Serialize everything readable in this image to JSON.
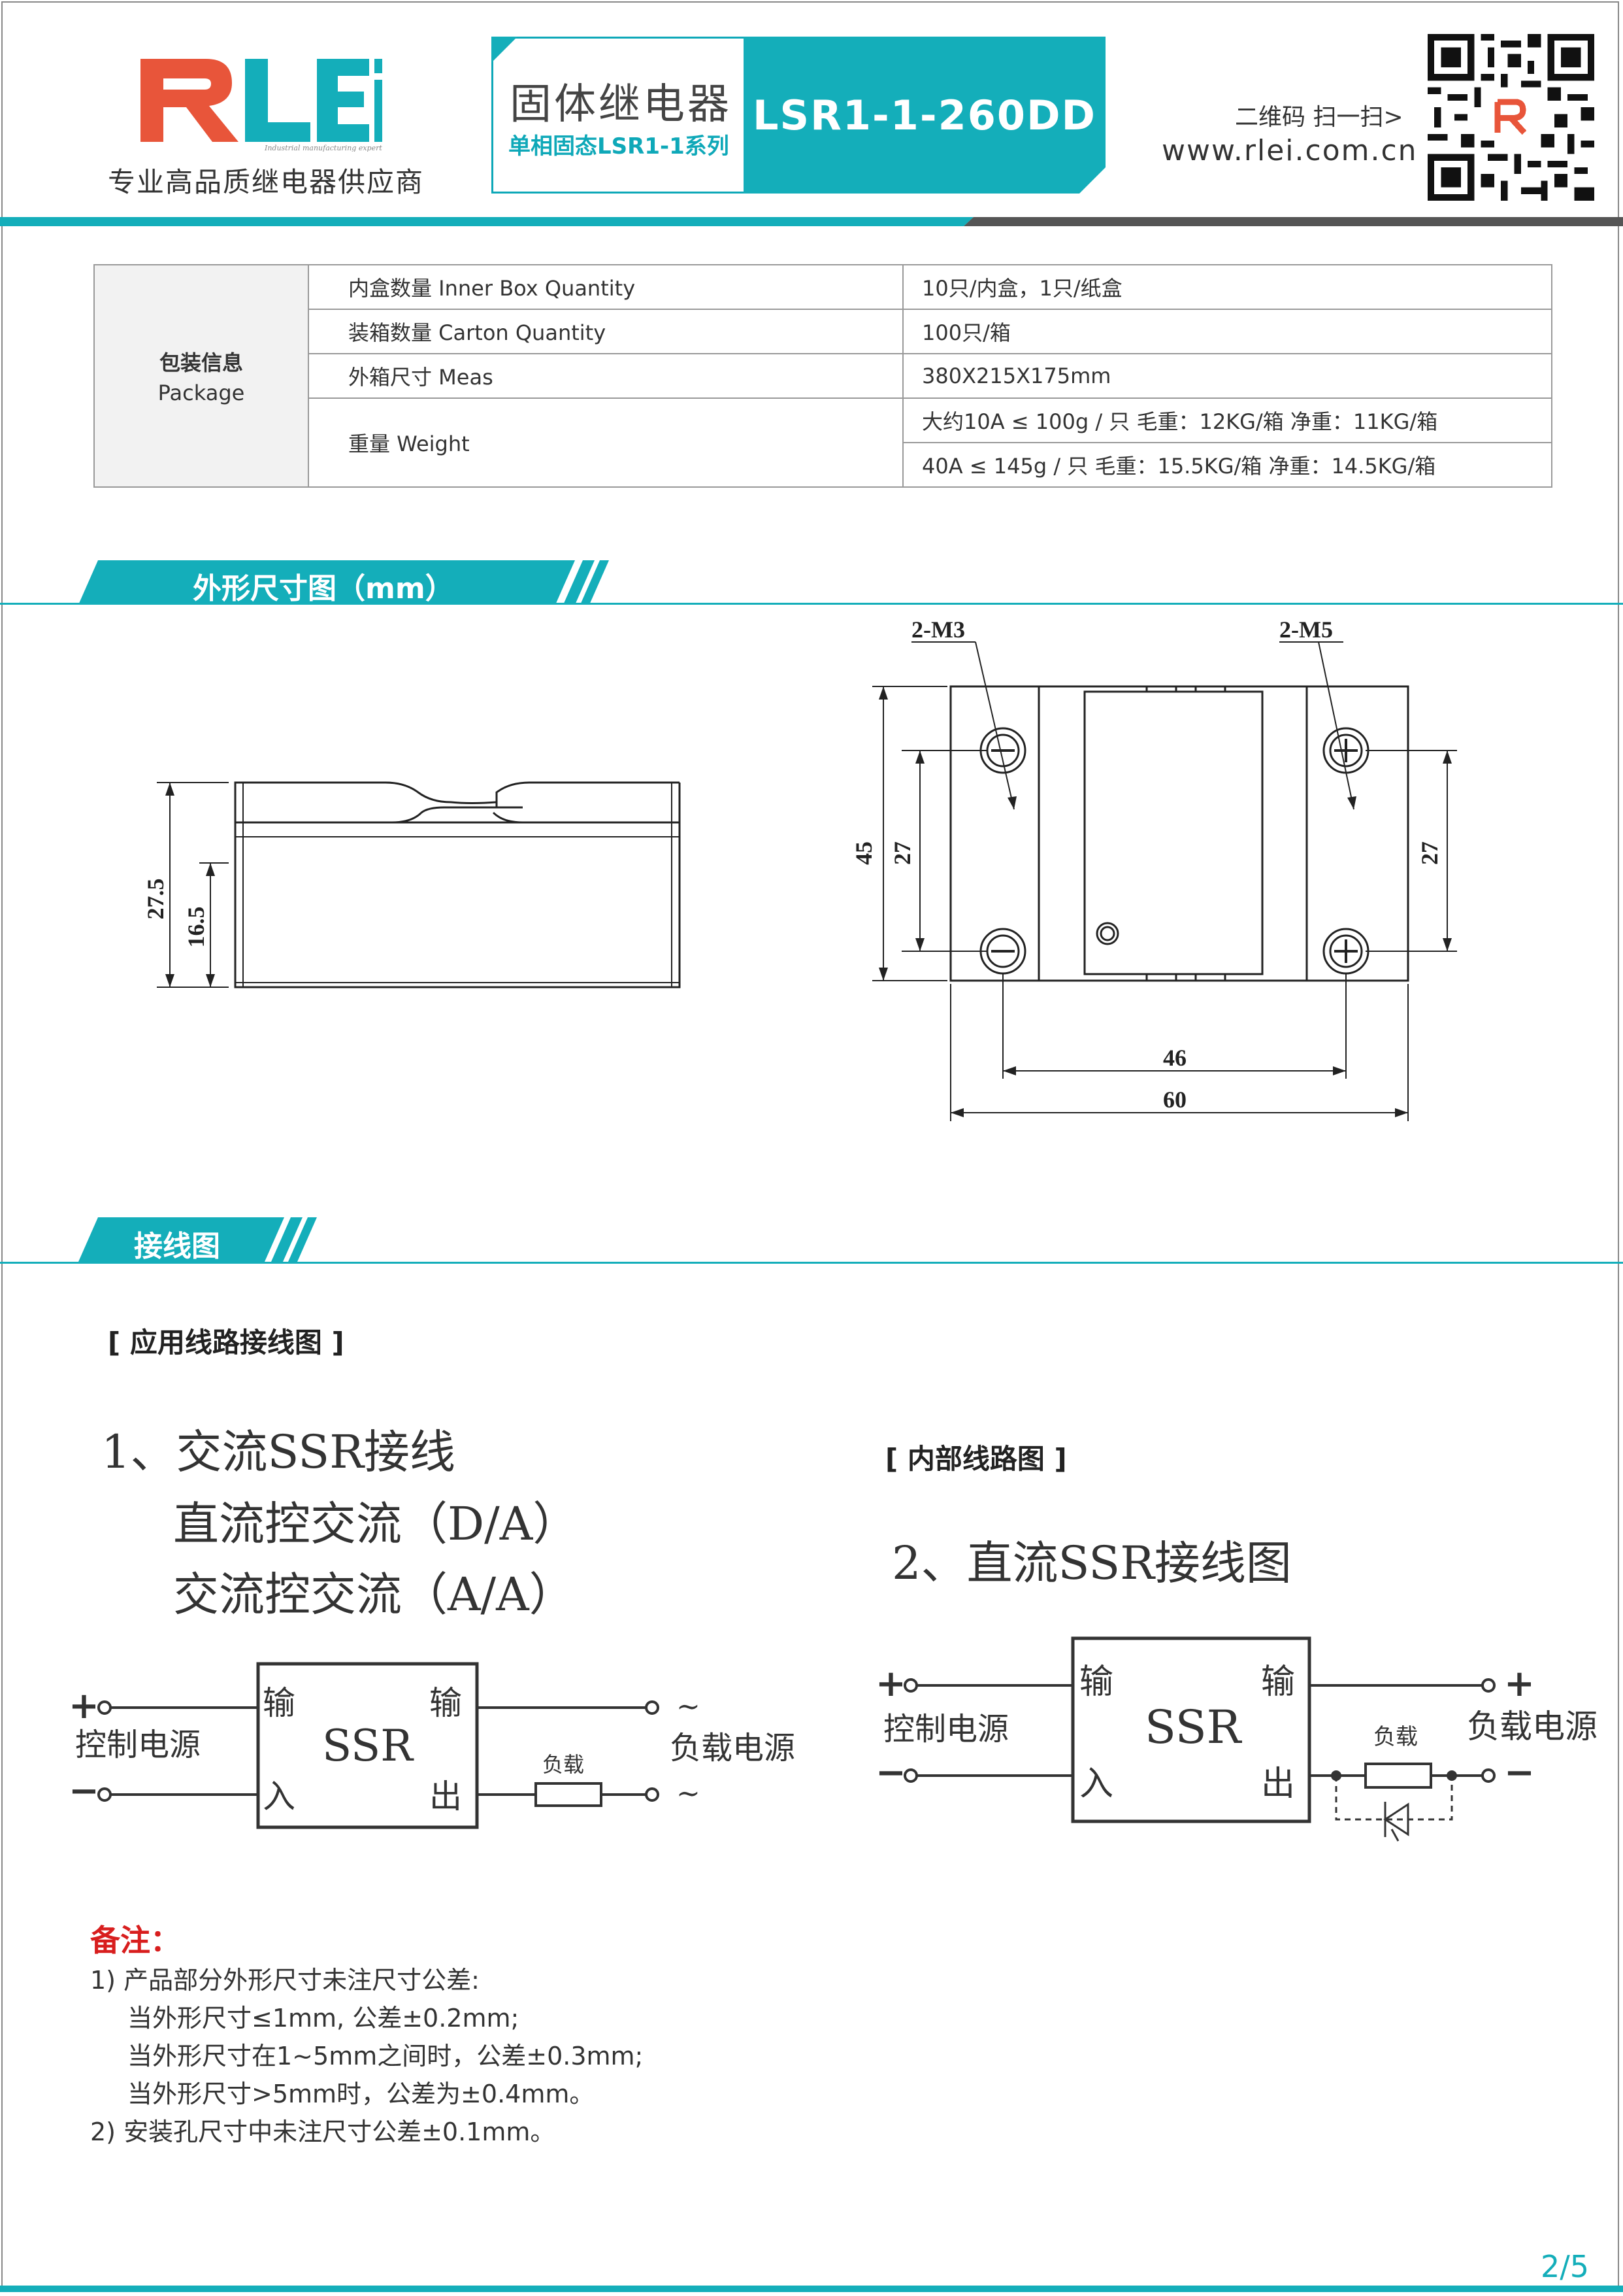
{
  "header": {
    "tagline": "专业高品质继电器供应商",
    "title_cn": "固体继电器",
    "title_sub": "单相固态LSR1-1系列",
    "model": "LSR1-1-260DD",
    "qr_label": "二维码 扫一扫>",
    "website": "www.rlei.com.cn",
    "logo_text": "RLEi",
    "logo_slogan": "Industrial manufacturing expert"
  },
  "package_table": {
    "group_label_cn": "包装信息",
    "group_label_en": "Package",
    "rows": [
      {
        "label": "内盒数量 Inner Box Quantity",
        "value": "10只/内盒，1只/纸盒"
      },
      {
        "label": "装箱数量 Carton Quantity",
        "value": "100只/箱"
      },
      {
        "label": "外箱尺寸 Meas",
        "value": "380X215X175mm"
      },
      {
        "label": "重量 Weight",
        "value": "大约10A ≤ 100g / 只   毛重：12KG/箱    净重：11KG/箱"
      },
      {
        "label": "",
        "value": "40A ≤ 145g / 只   毛重：15.5KG/箱    净重：14.5KG/箱"
      }
    ]
  },
  "dimensions_section": {
    "title": "外形尺寸图（mm）",
    "side_view": {
      "total_height": "27.5",
      "body_height": "16.5"
    },
    "top_view": {
      "left_screw": "2-M3",
      "right_screw": "2-M5",
      "overall_height": "45",
      "left_hole_spacing": "27",
      "right_hole_spacing": "27",
      "hole_pitch": "46",
      "overall_width": "60"
    }
  },
  "wiring_section": {
    "title": "接线图",
    "app_bracket": "[ 应用线路接线图 ]",
    "internal_bracket": "[ 内部线路图 ]",
    "ac_title_1": "1、交流SSR接线",
    "ac_title_2": "直流控交流（D/A）",
    "ac_title_3": "交流控交流（A/A）",
    "dc_title": "2、直流SSR接线图",
    "diagram": {
      "ssr": "SSR",
      "in_top": "输",
      "in_bottom": "入",
      "out_top": "输",
      "out_bottom": "出",
      "control_power": "控制电源",
      "load_power": "负载电源",
      "load": "负载",
      "plus": "+",
      "minus": "−",
      "ac": "~"
    }
  },
  "notes": {
    "title": "备注：",
    "lines": [
      "1) 产品部分外形尺寸未注尺寸公差:",
      "当外形尺寸≤1mm, 公差±0.2mm;",
      "当外形尺寸在1~5mm之间时，公差±0.3mm;",
      "当外形尺寸>5mm时，公差为±0.4mm。",
      "2) 安装孔尺寸中未注尺寸公差±0.1mm。"
    ]
  },
  "page_number": "2/5",
  "colors": {
    "accent": "#14aeba",
    "logo_red": "#e8553a",
    "note_red": "#d81e1e"
  }
}
